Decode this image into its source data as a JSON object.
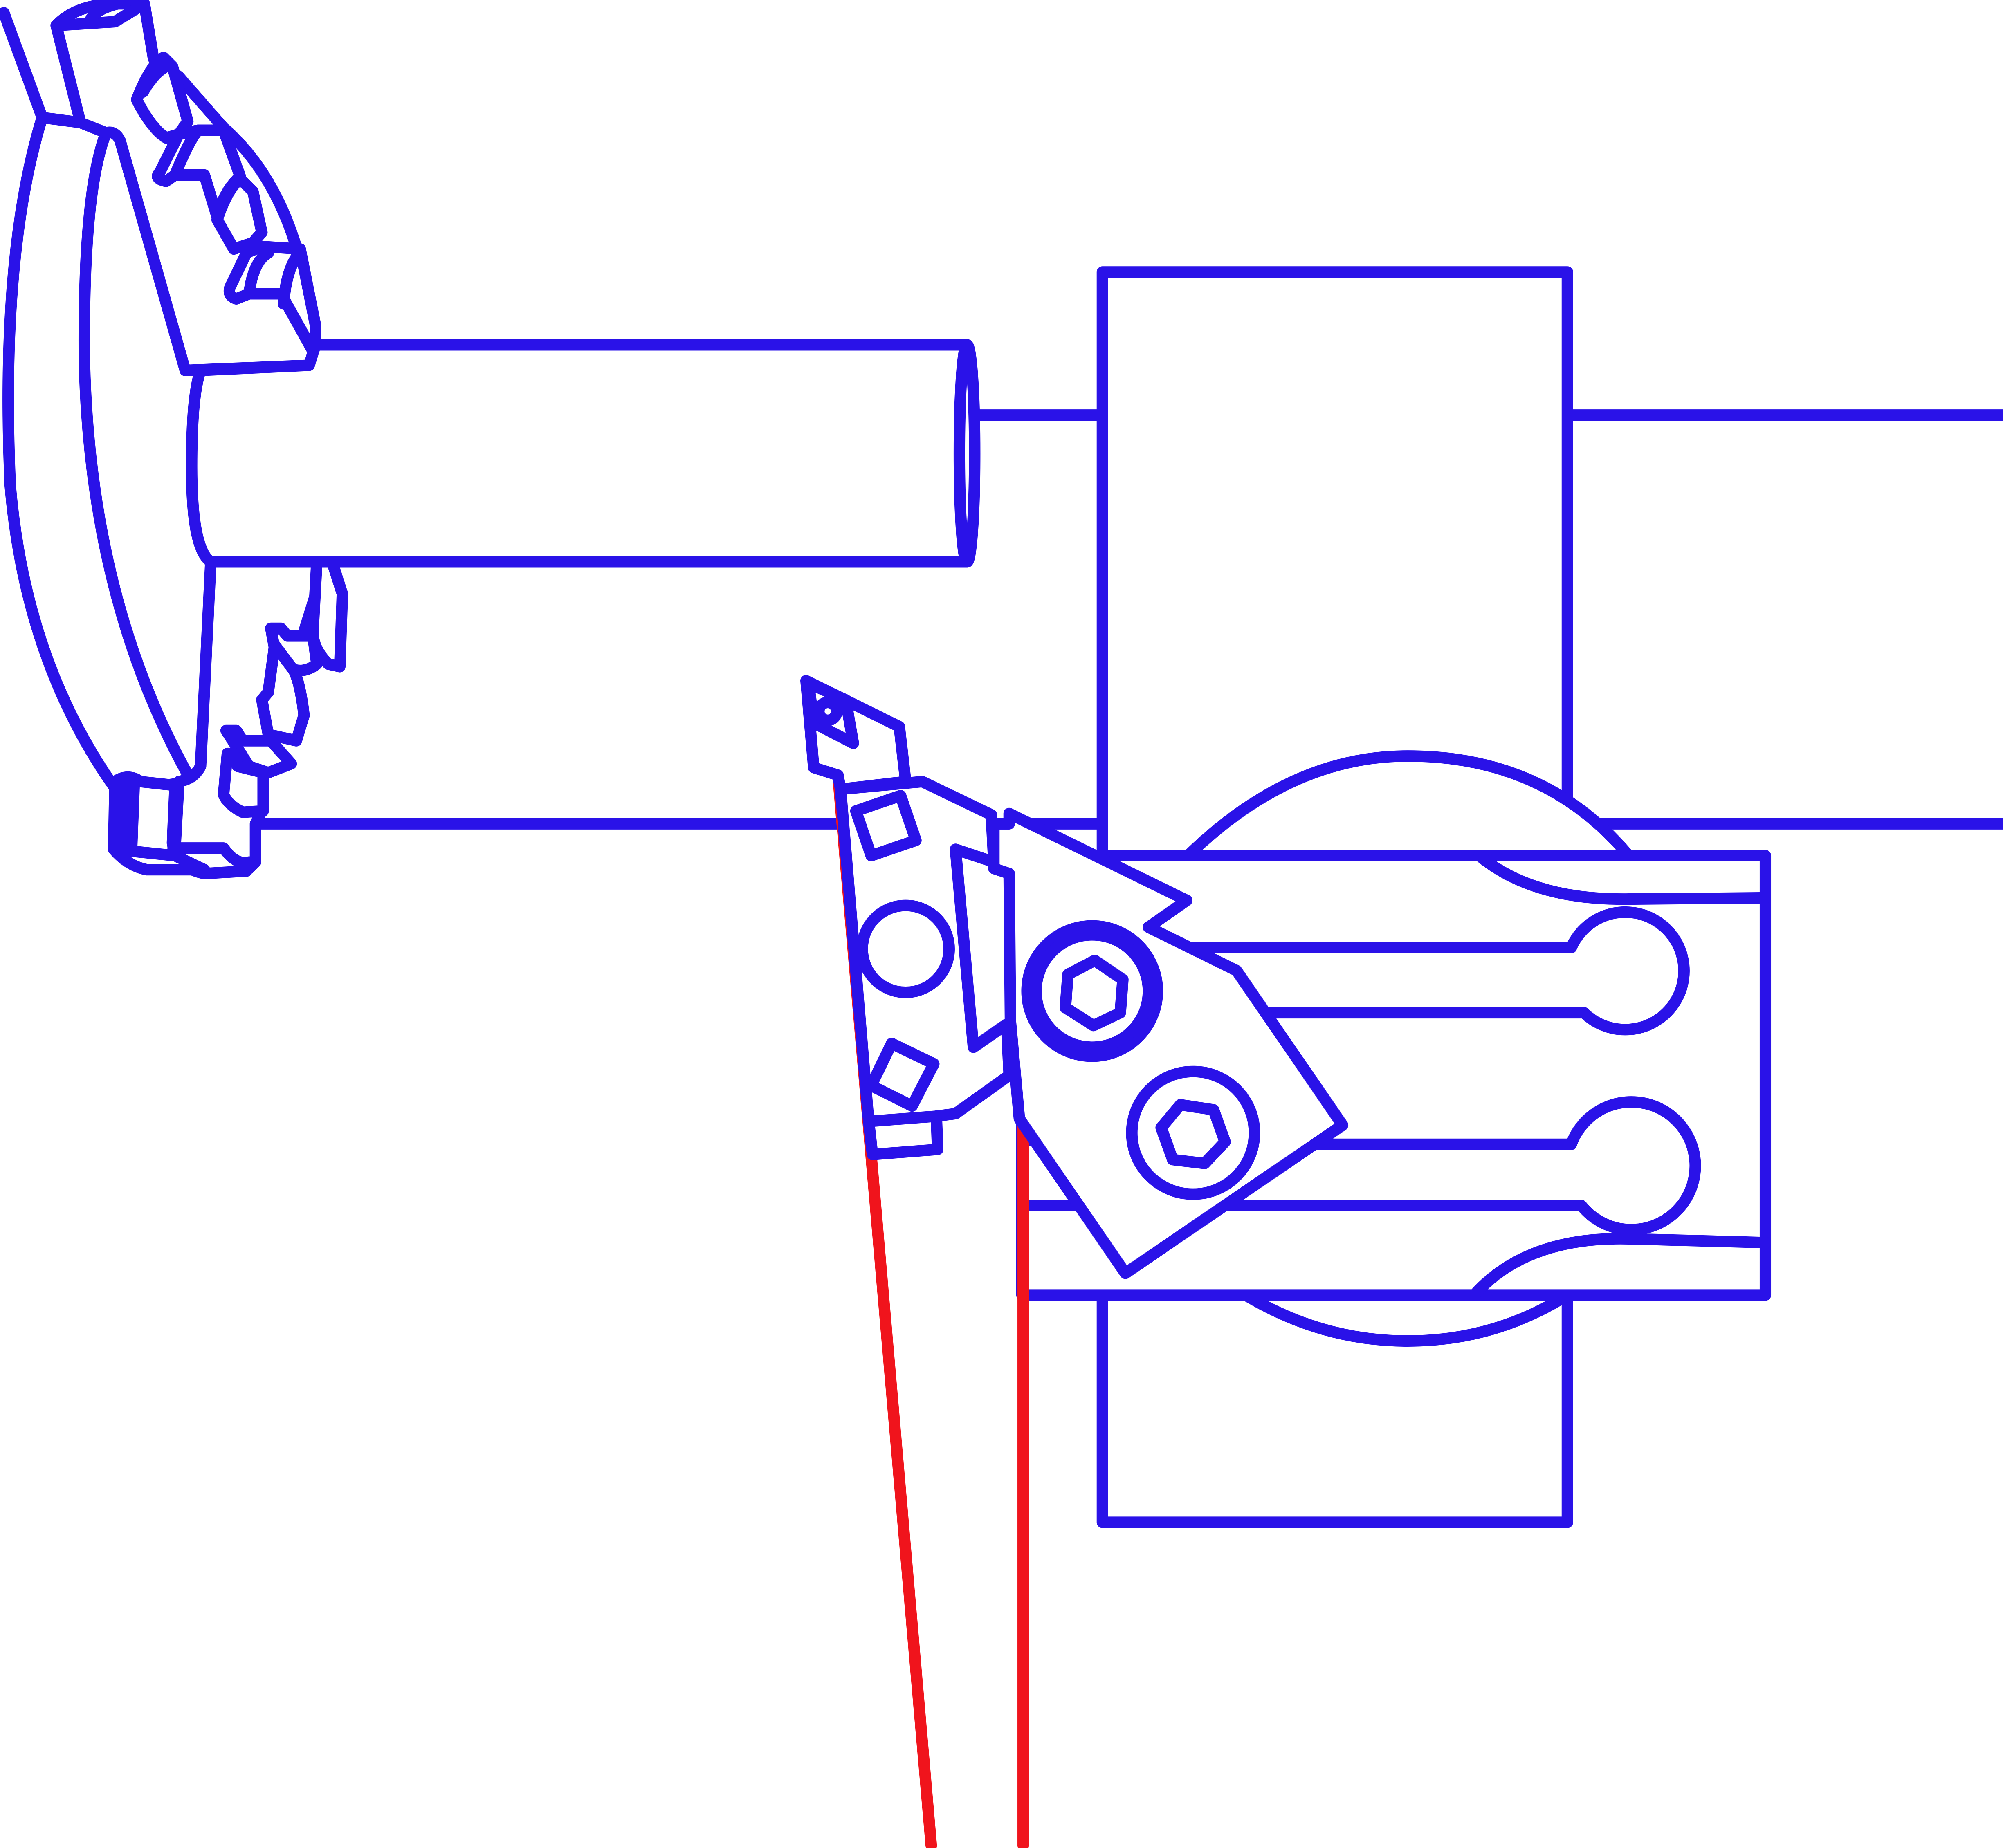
{
  "diagram": {
    "description_visible_text": "",
    "colors": {
      "outline": "#2a12e8",
      "guide_line": "#f0141c",
      "background": "#ffffff"
    },
    "components": [
      "lathe-chuck",
      "workpiece-shaft",
      "tool-post-block",
      "tool-holder-plate",
      "clamp-bar",
      "cutting-insert",
      "clamp-screws",
      "red-reference-lines"
    ]
  }
}
